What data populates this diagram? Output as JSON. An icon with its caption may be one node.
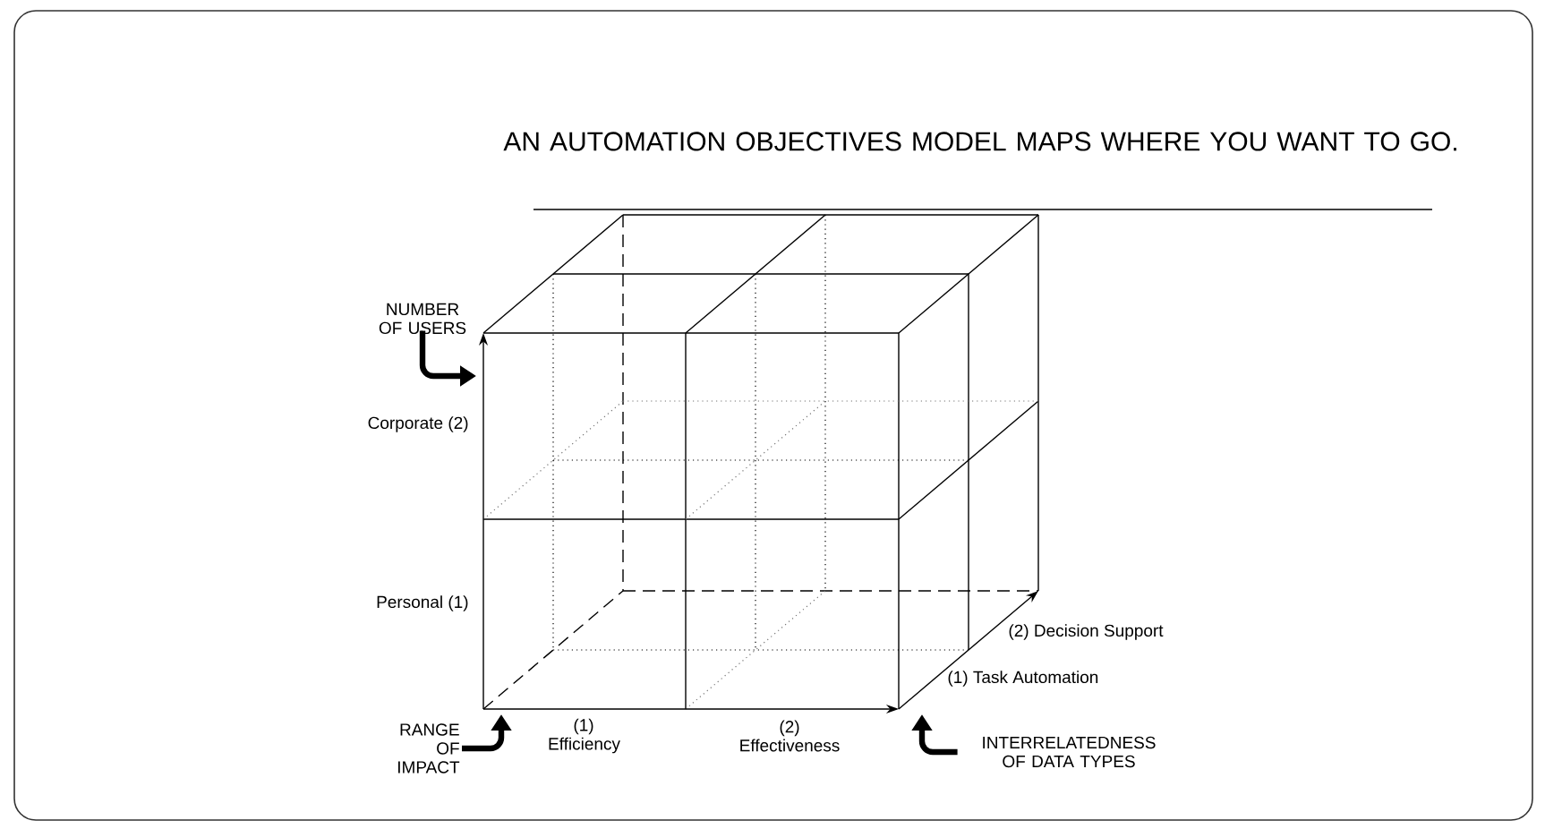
{
  "diagram": {
    "title": "AN AUTOMATION OBJECTIVES MODEL MAPS WHERE YOU WANT TO GO.",
    "nodes": [
      {
        "text": [
          "NUMBER OF USERS"
        ]
      },
      {
        "text": [
          "RANGE OF IMPACT"
        ]
      },
      {
        "text": [
          "INTERRELATEDNESS OF DATA TYPES"
        ]
      }
    ],
    "edges": [
      {
        "from": 0,
        "to": null,
        "arrow": "to"
      },
      {
        "from": 1,
        "to": null,
        "arrow": "to"
      },
      {
        "from": 2,
        "to": null,
        "arrow": "to"
      }
    ],
    "labels": [
      "Corporate (2)",
      "Personal (1)",
      "(1) Efficiency",
      "(2) Effectiveness",
      "(2) Decision Support",
      "(1) Task Automation"
    ]
  }
}
